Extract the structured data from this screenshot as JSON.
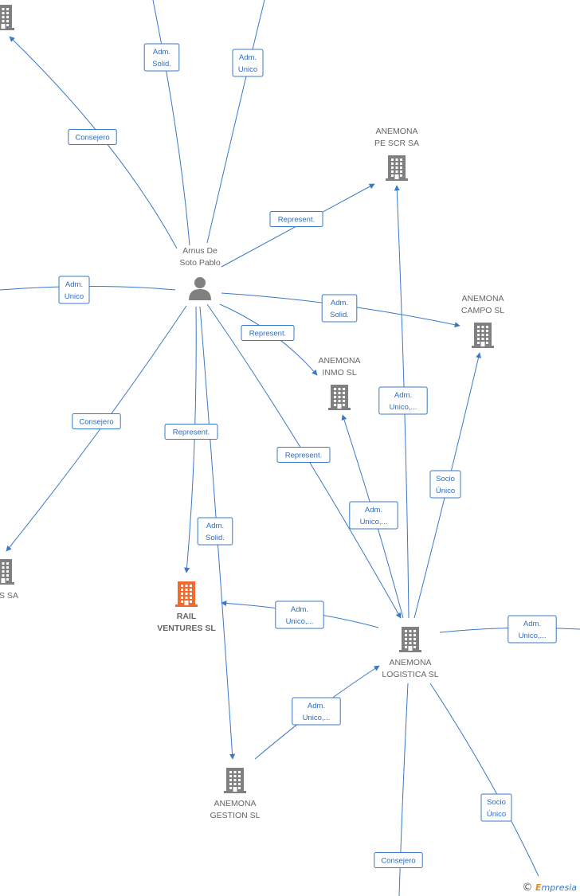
{
  "colors": {
    "edge": "#3a78c8",
    "building": "#808080",
    "highlight": "#f26a2e",
    "person": "#808080"
  },
  "copyright": {
    "symbol": "©",
    "brand_first": "E",
    "brand_rest": "mpresia"
  },
  "nodes": [
    {
      "id": "arnus",
      "kind": "person",
      "lines": [
        "Arnus De",
        "Soto Pablo"
      ]
    },
    {
      "id": "pe_scr",
      "kind": "company",
      "lines": [
        "ANEMONA",
        "PE SCR SA"
      ]
    },
    {
      "id": "campo",
      "kind": "company",
      "lines": [
        "ANEMONA",
        "CAMPO  SL"
      ]
    },
    {
      "id": "inmo",
      "kind": "company",
      "lines": [
        "ANEMONA",
        "INMO  SL"
      ]
    },
    {
      "id": "rail",
      "kind": "company",
      "highlight": true,
      "lines": [
        "RAIL",
        "VENTURES  SL"
      ]
    },
    {
      "id": "logistica",
      "kind": "company",
      "lines": [
        "ANEMONA",
        "LOGISTICA  SL"
      ]
    },
    {
      "id": "gestion",
      "kind": "company",
      "lines": [
        "ANEMONA",
        "GESTION  SL"
      ]
    },
    {
      "id": "topleft",
      "kind": "company",
      "lines": []
    },
    {
      "id": "leftsa",
      "kind": "company",
      "lines": [
        "S SA"
      ]
    }
  ],
  "edges": [
    {
      "id": "e1",
      "label": [
        "Adm.",
        "Solid."
      ]
    },
    {
      "id": "e2",
      "label": [
        "Adm.",
        "Unico"
      ]
    },
    {
      "id": "e3",
      "label": [
        "Consejero"
      ]
    },
    {
      "id": "e4",
      "label": [
        "Represent."
      ]
    },
    {
      "id": "e5",
      "label": [
        "Adm.",
        "Unico"
      ]
    },
    {
      "id": "e6",
      "label": [
        "Adm.",
        "Solid."
      ]
    },
    {
      "id": "e7",
      "label": [
        "Represent."
      ]
    },
    {
      "id": "e8",
      "label": [
        "Consejero"
      ]
    },
    {
      "id": "e9",
      "label": [
        "Represent."
      ]
    },
    {
      "id": "e10",
      "label": [
        "Adm.",
        "Solid."
      ]
    },
    {
      "id": "e11",
      "label": [
        "Represent."
      ]
    },
    {
      "id": "e12",
      "label": [
        "Adm.",
        "Unico,..."
      ]
    },
    {
      "id": "e13",
      "label": [
        "Socio",
        "Único"
      ]
    },
    {
      "id": "e14",
      "label": [
        "Adm.",
        "Unico,..."
      ]
    },
    {
      "id": "e15",
      "label": [
        "Adm.",
        "Unico,..."
      ]
    },
    {
      "id": "e16",
      "label": [
        "Adm.",
        "Unico,..."
      ]
    },
    {
      "id": "e17",
      "label": [
        "Adm.",
        "Unico,..."
      ]
    },
    {
      "id": "e18",
      "label": [
        "Socio",
        "Único"
      ]
    },
    {
      "id": "e19",
      "label": [
        "Consejero"
      ]
    }
  ]
}
